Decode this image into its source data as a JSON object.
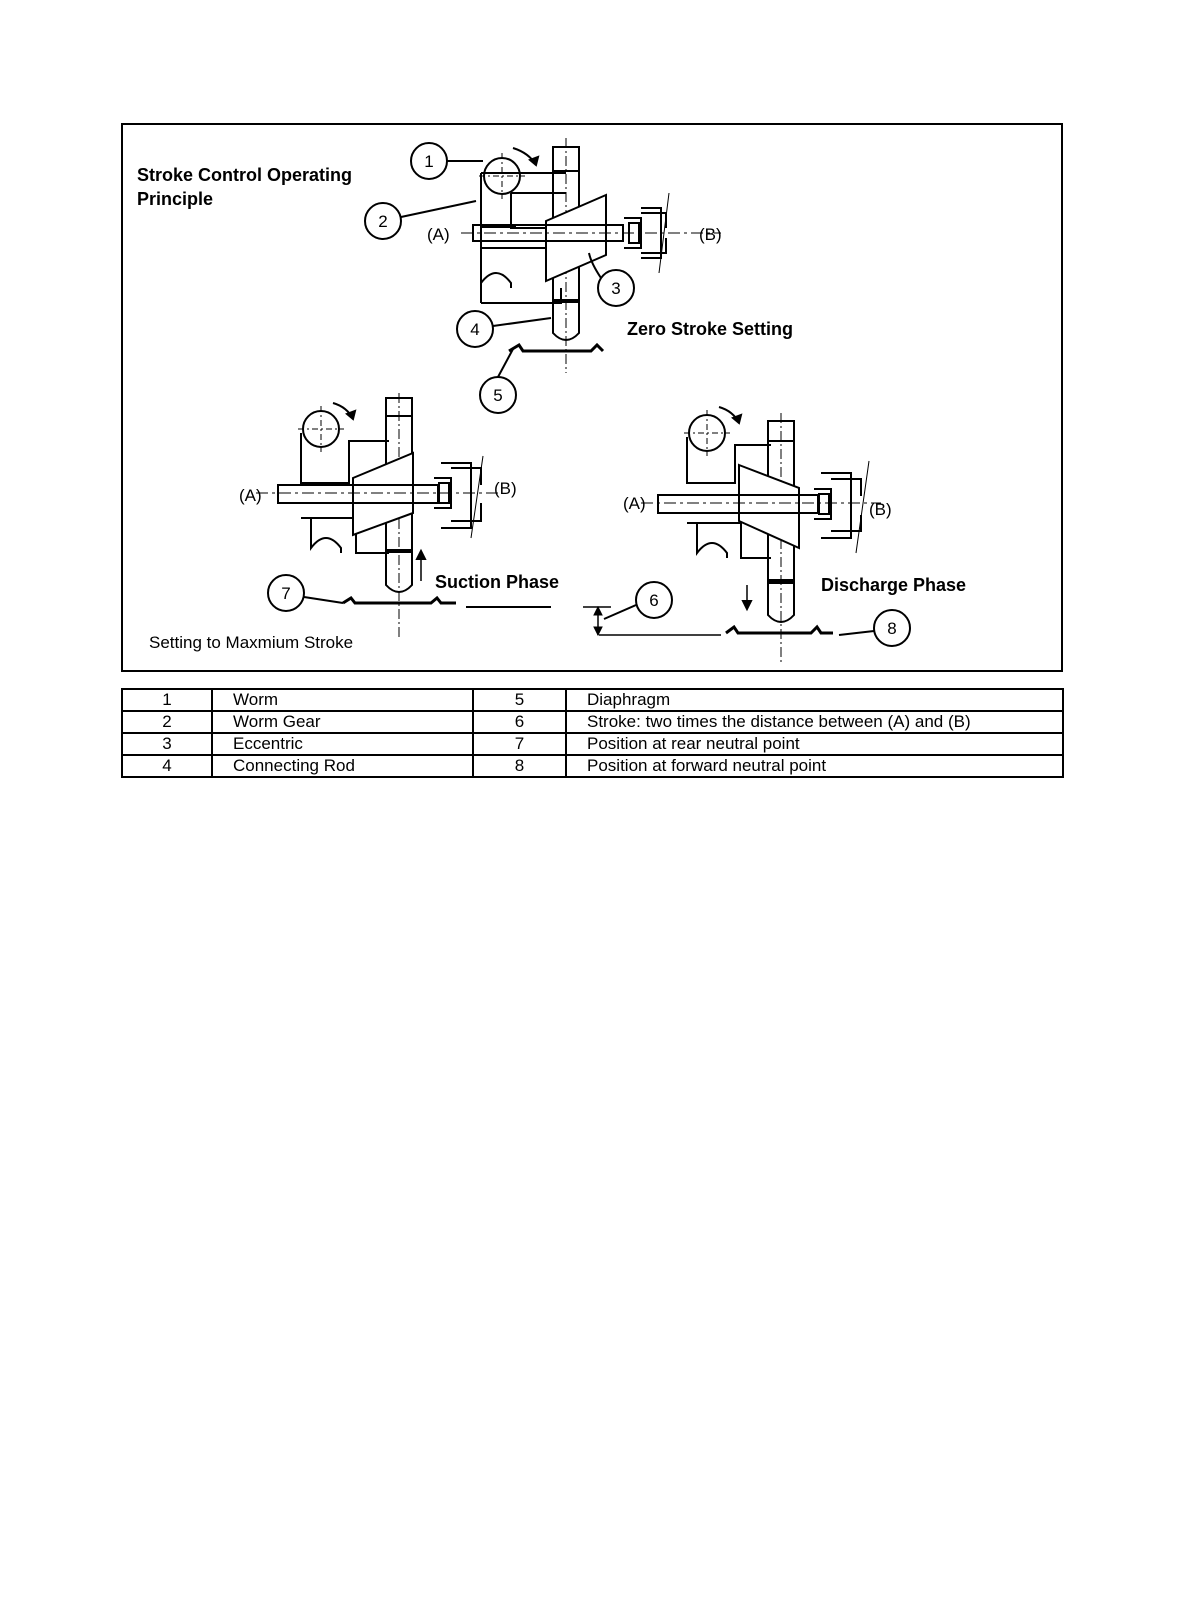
{
  "diagram": {
    "title_line1": "Stroke Control Operating",
    "title_line2": "Principle",
    "zero_stroke_label": "Zero Stroke Setting",
    "suction_label": "Suction Phase",
    "discharge_label": "Discharge Phase",
    "max_stroke_label": "Setting to Maxmium Stroke",
    "point_a": "(A)",
    "point_b": "(B)",
    "callouts": [
      "1",
      "2",
      "3",
      "4",
      "5",
      "6",
      "7",
      "8"
    ]
  },
  "legend": {
    "rows": [
      {
        "num_left": "1",
        "text_left": "Worm",
        "num_right": "5",
        "text_right": "Diaphragm"
      },
      {
        "num_left": "2",
        "text_left": "Worm Gear",
        "num_right": "6",
        "text_right": "Stroke: two times the distance between (A) and (B)"
      },
      {
        "num_left": "3",
        "text_left": "Eccentric",
        "num_right": "7",
        "text_right": "Position at rear neutral point"
      },
      {
        "num_left": "4",
        "text_left": "Connecting Rod",
        "num_right": "8",
        "text_right": "Position at forward neutral point"
      }
    ]
  }
}
